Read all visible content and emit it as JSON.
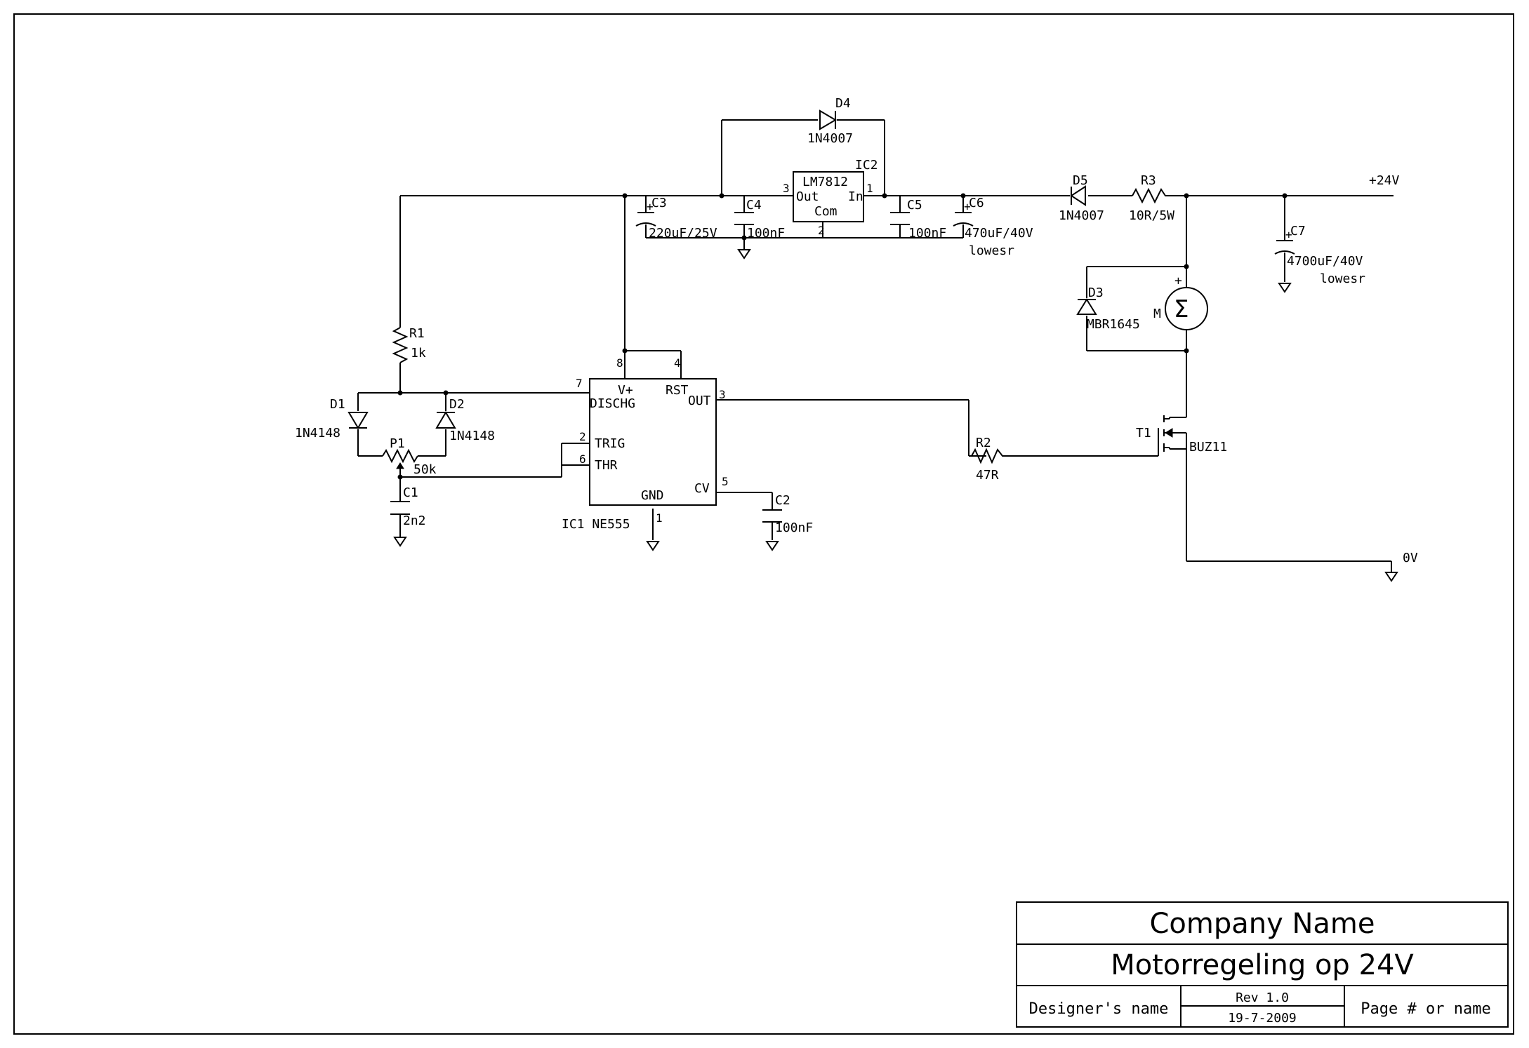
{
  "title_block": {
    "company": "Company Name",
    "title": "Motorregeling op 24V",
    "designer": "Designer's name",
    "revision": "Rev 1.0",
    "date": "19-7-2009",
    "page": "Page # or name"
  },
  "components": {
    "ic1": {
      "ref": "IC1",
      "value": "NE555",
      "combined": "IC1 NE555",
      "pins": {
        "vplus": "V+",
        "rst": "RST",
        "dischg": "DISCHG",
        "out": "OUT",
        "trig": "TRIG",
        "thr": "THR",
        "gnd": "GND",
        "cv": "CV",
        "n8": "8",
        "n4": "4",
        "n7": "7",
        "n3": "3",
        "n2": "2",
        "n6": "6",
        "n1": "1",
        "n5": "5"
      }
    },
    "ic2": {
      "ref": "IC2",
      "value": "LM7812",
      "out": "Out",
      "in": "In",
      "com": "Com",
      "n3": "3",
      "n1": "1",
      "n2": "2"
    },
    "d1": {
      "ref": "D1",
      "value": "1N4148"
    },
    "d2": {
      "ref": "D2",
      "value": "1N4148"
    },
    "d3": {
      "ref": "D3",
      "value": "MBR1645"
    },
    "d4": {
      "ref": "D4",
      "value": "1N4007"
    },
    "d5": {
      "ref": "D5",
      "value": "1N4007"
    },
    "r1": {
      "ref": "R1",
      "value": "1k"
    },
    "r2": {
      "ref": "R2",
      "value": "47R"
    },
    "r3": {
      "ref": "R3",
      "value": "10R/5W"
    },
    "p1": {
      "ref": "P1",
      "value": "50k"
    },
    "c1": {
      "ref": "C1",
      "value": "2n2"
    },
    "c2": {
      "ref": "C2",
      "value": "100nF"
    },
    "c3": {
      "ref": "C3",
      "value": "220uF/25V"
    },
    "c4": {
      "ref": "C4",
      "value": "100nF"
    },
    "c5": {
      "ref": "C5",
      "value": "100nF"
    },
    "c6": {
      "ref": "C6",
      "value": "470uF/40V",
      "note": "lowesr"
    },
    "c7": {
      "ref": "C7",
      "value": "4700uF/40V",
      "note": "lowesr"
    },
    "m": {
      "ref": "M",
      "plus": "+"
    },
    "t1": {
      "ref": "T1",
      "value": "BUZ11"
    }
  },
  "nets": {
    "supply": "+24V",
    "ground": "0V"
  }
}
